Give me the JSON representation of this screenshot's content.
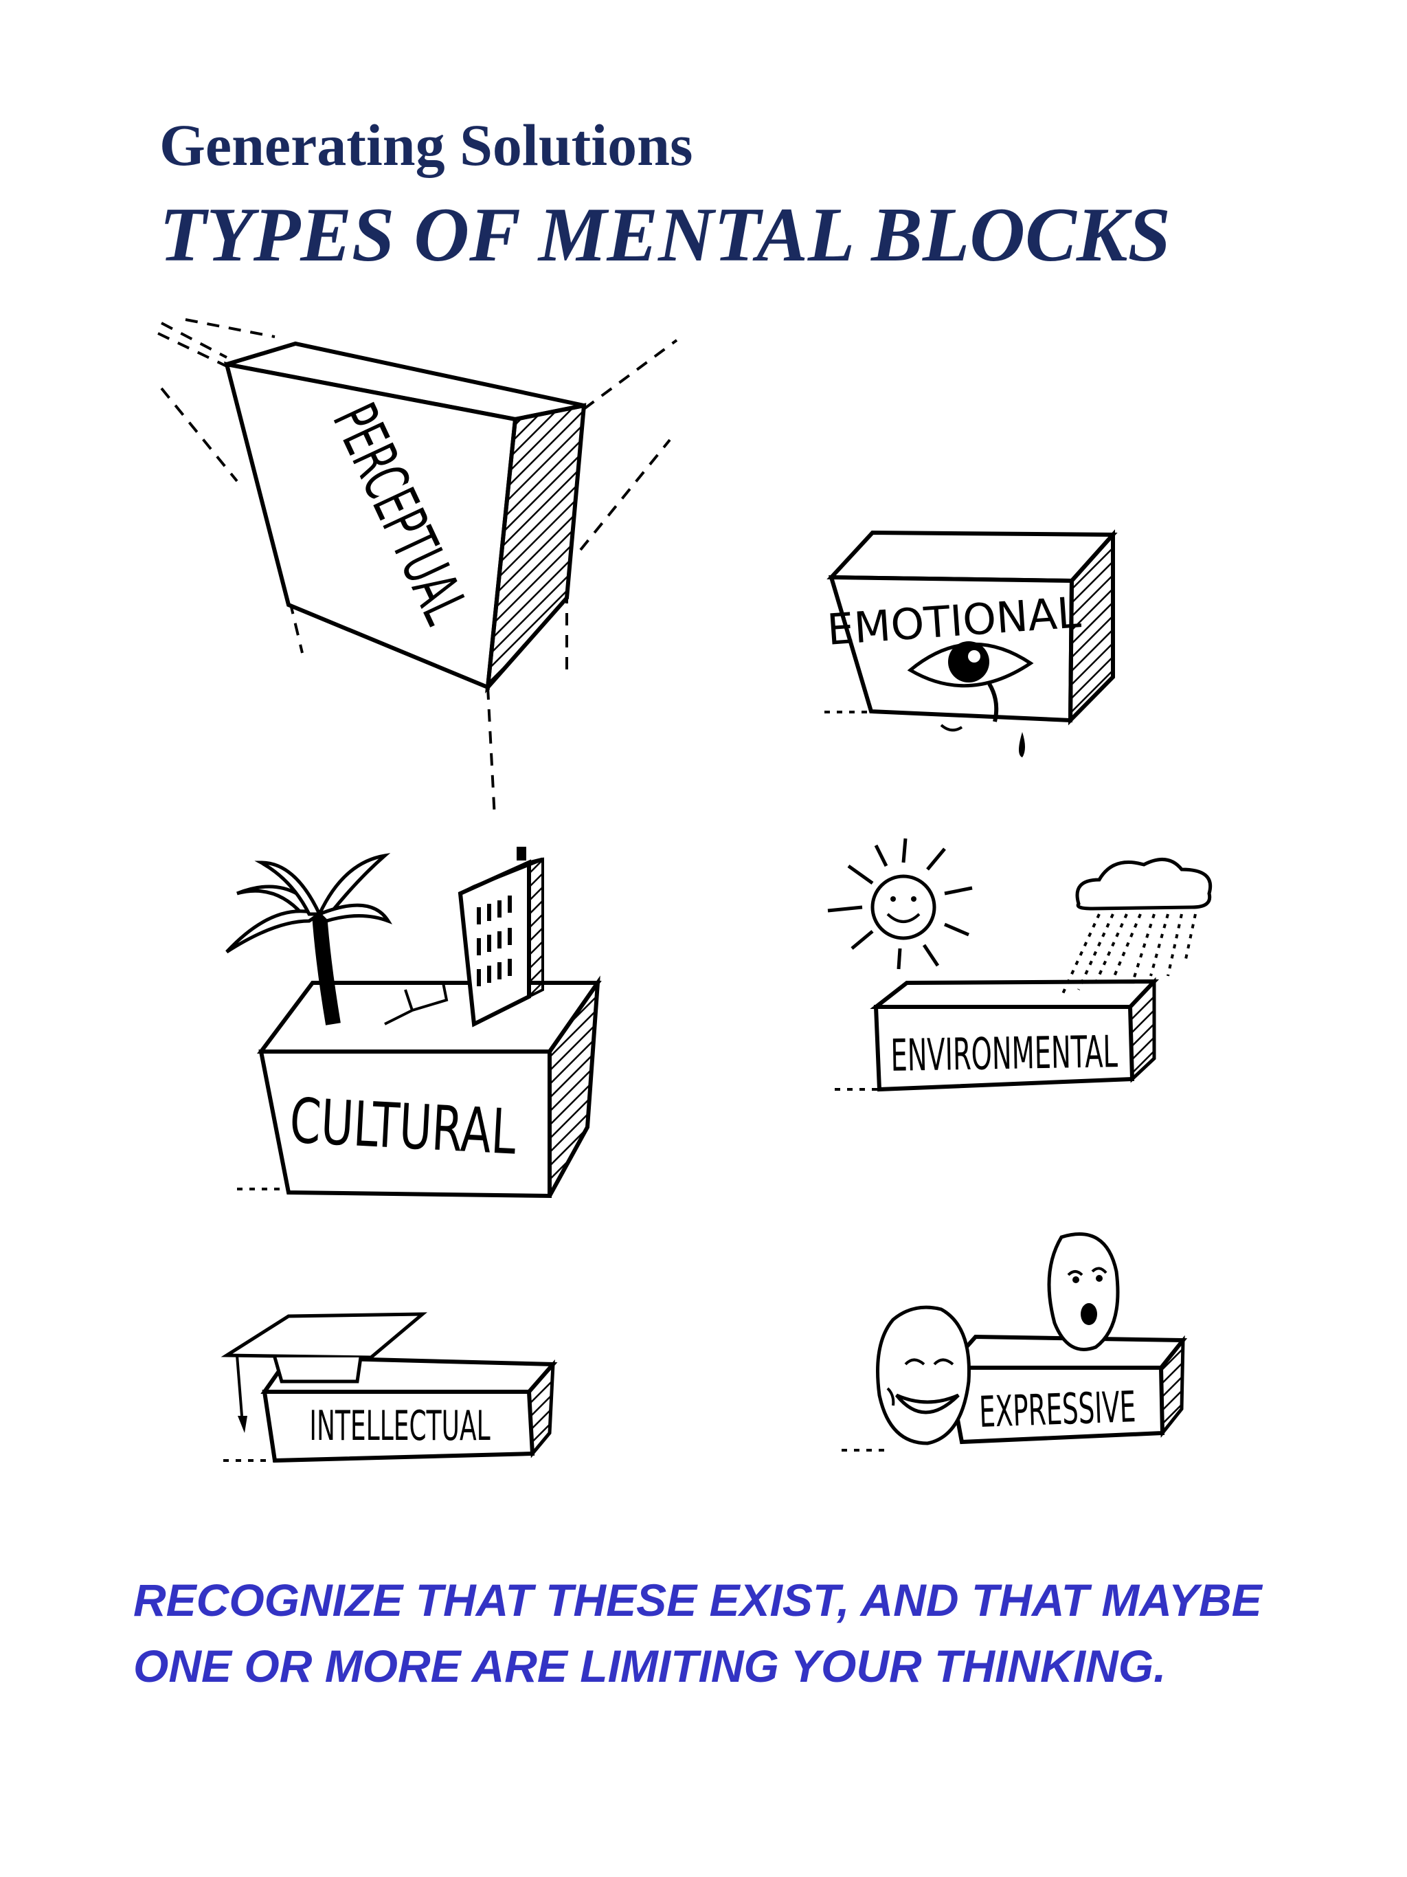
{
  "header": {
    "subtitle": "Generating Solutions",
    "title": "TYPES OF MENTAL BLOCKS"
  },
  "blocks": [
    {
      "id": "perceptual",
      "label": "PERCEPTUAL"
    },
    {
      "id": "emotional",
      "label": "EMOTIONAL"
    },
    {
      "id": "cultural",
      "label": "CULTURAL"
    },
    {
      "id": "environmental",
      "label": "ENVIRONMENTAL"
    },
    {
      "id": "intellectual",
      "label": "INTELLECTUAL"
    },
    {
      "id": "expressive",
      "label": "EXPRESSIVE"
    }
  ],
  "footer": {
    "text": "RECOGNIZE THAT THESE EXIST, AND THAT MAYBE ONE OR MORE ARE LIMITING YOUR THINKING."
  }
}
